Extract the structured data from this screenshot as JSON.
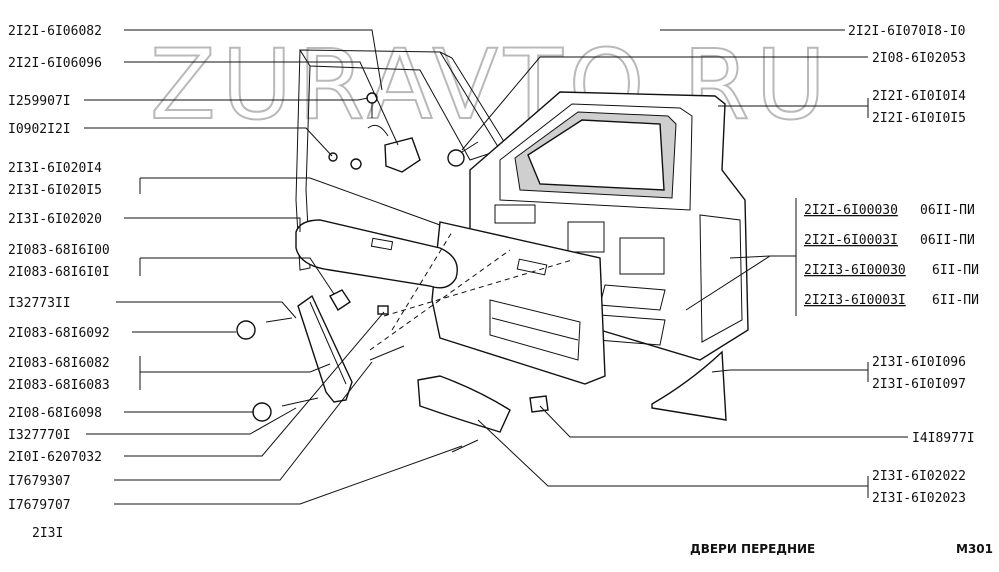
{
  "watermark": "ZURAVTO.RU",
  "footer": {
    "model": "2I3I",
    "title": "ДВЕРИ ПЕРЕДНИЕ",
    "sheet": "M301"
  },
  "labels_left": [
    "2I2I-6I06082",
    "2I2I-6I06096",
    "I259907I",
    "I0902I2I",
    "2I3I-6I020I4",
    "2I3I-6I020I5",
    "2I3I-6I02020",
    "2I083-68I6I00",
    "2I083-68I6I0I",
    "I32773II",
    "2I083-68I6092",
    "2I083-68I6082",
    "2I083-68I6083",
    "2I08-68I6098",
    "I327770I",
    "2I0I-6207032",
    "I7679307",
    "I7679707"
  ],
  "labels_right": [
    "2I2I-6I070I8-I0",
    "2I08-6I02053",
    "2I2I-6I0I0I4",
    "2I2I-6I0I0I5",
    "2I3I-6I0I096",
    "2I3I-6I0I097",
    "I4I8977I",
    "2I3I-6I02022",
    "2I3I-6I02023"
  ],
  "door_table": [
    {
      "part": "2I2I-6I00030",
      "note": "06II-ПИ"
    },
    {
      "part": "2I2I-6I0003I",
      "note": "06II-ПИ"
    },
    {
      "part": "2I2I3-6I00030",
      "note": "6II-ПИ"
    },
    {
      "part": "2I2I3-6I0003I",
      "note": "6II-ПИ"
    }
  ]
}
